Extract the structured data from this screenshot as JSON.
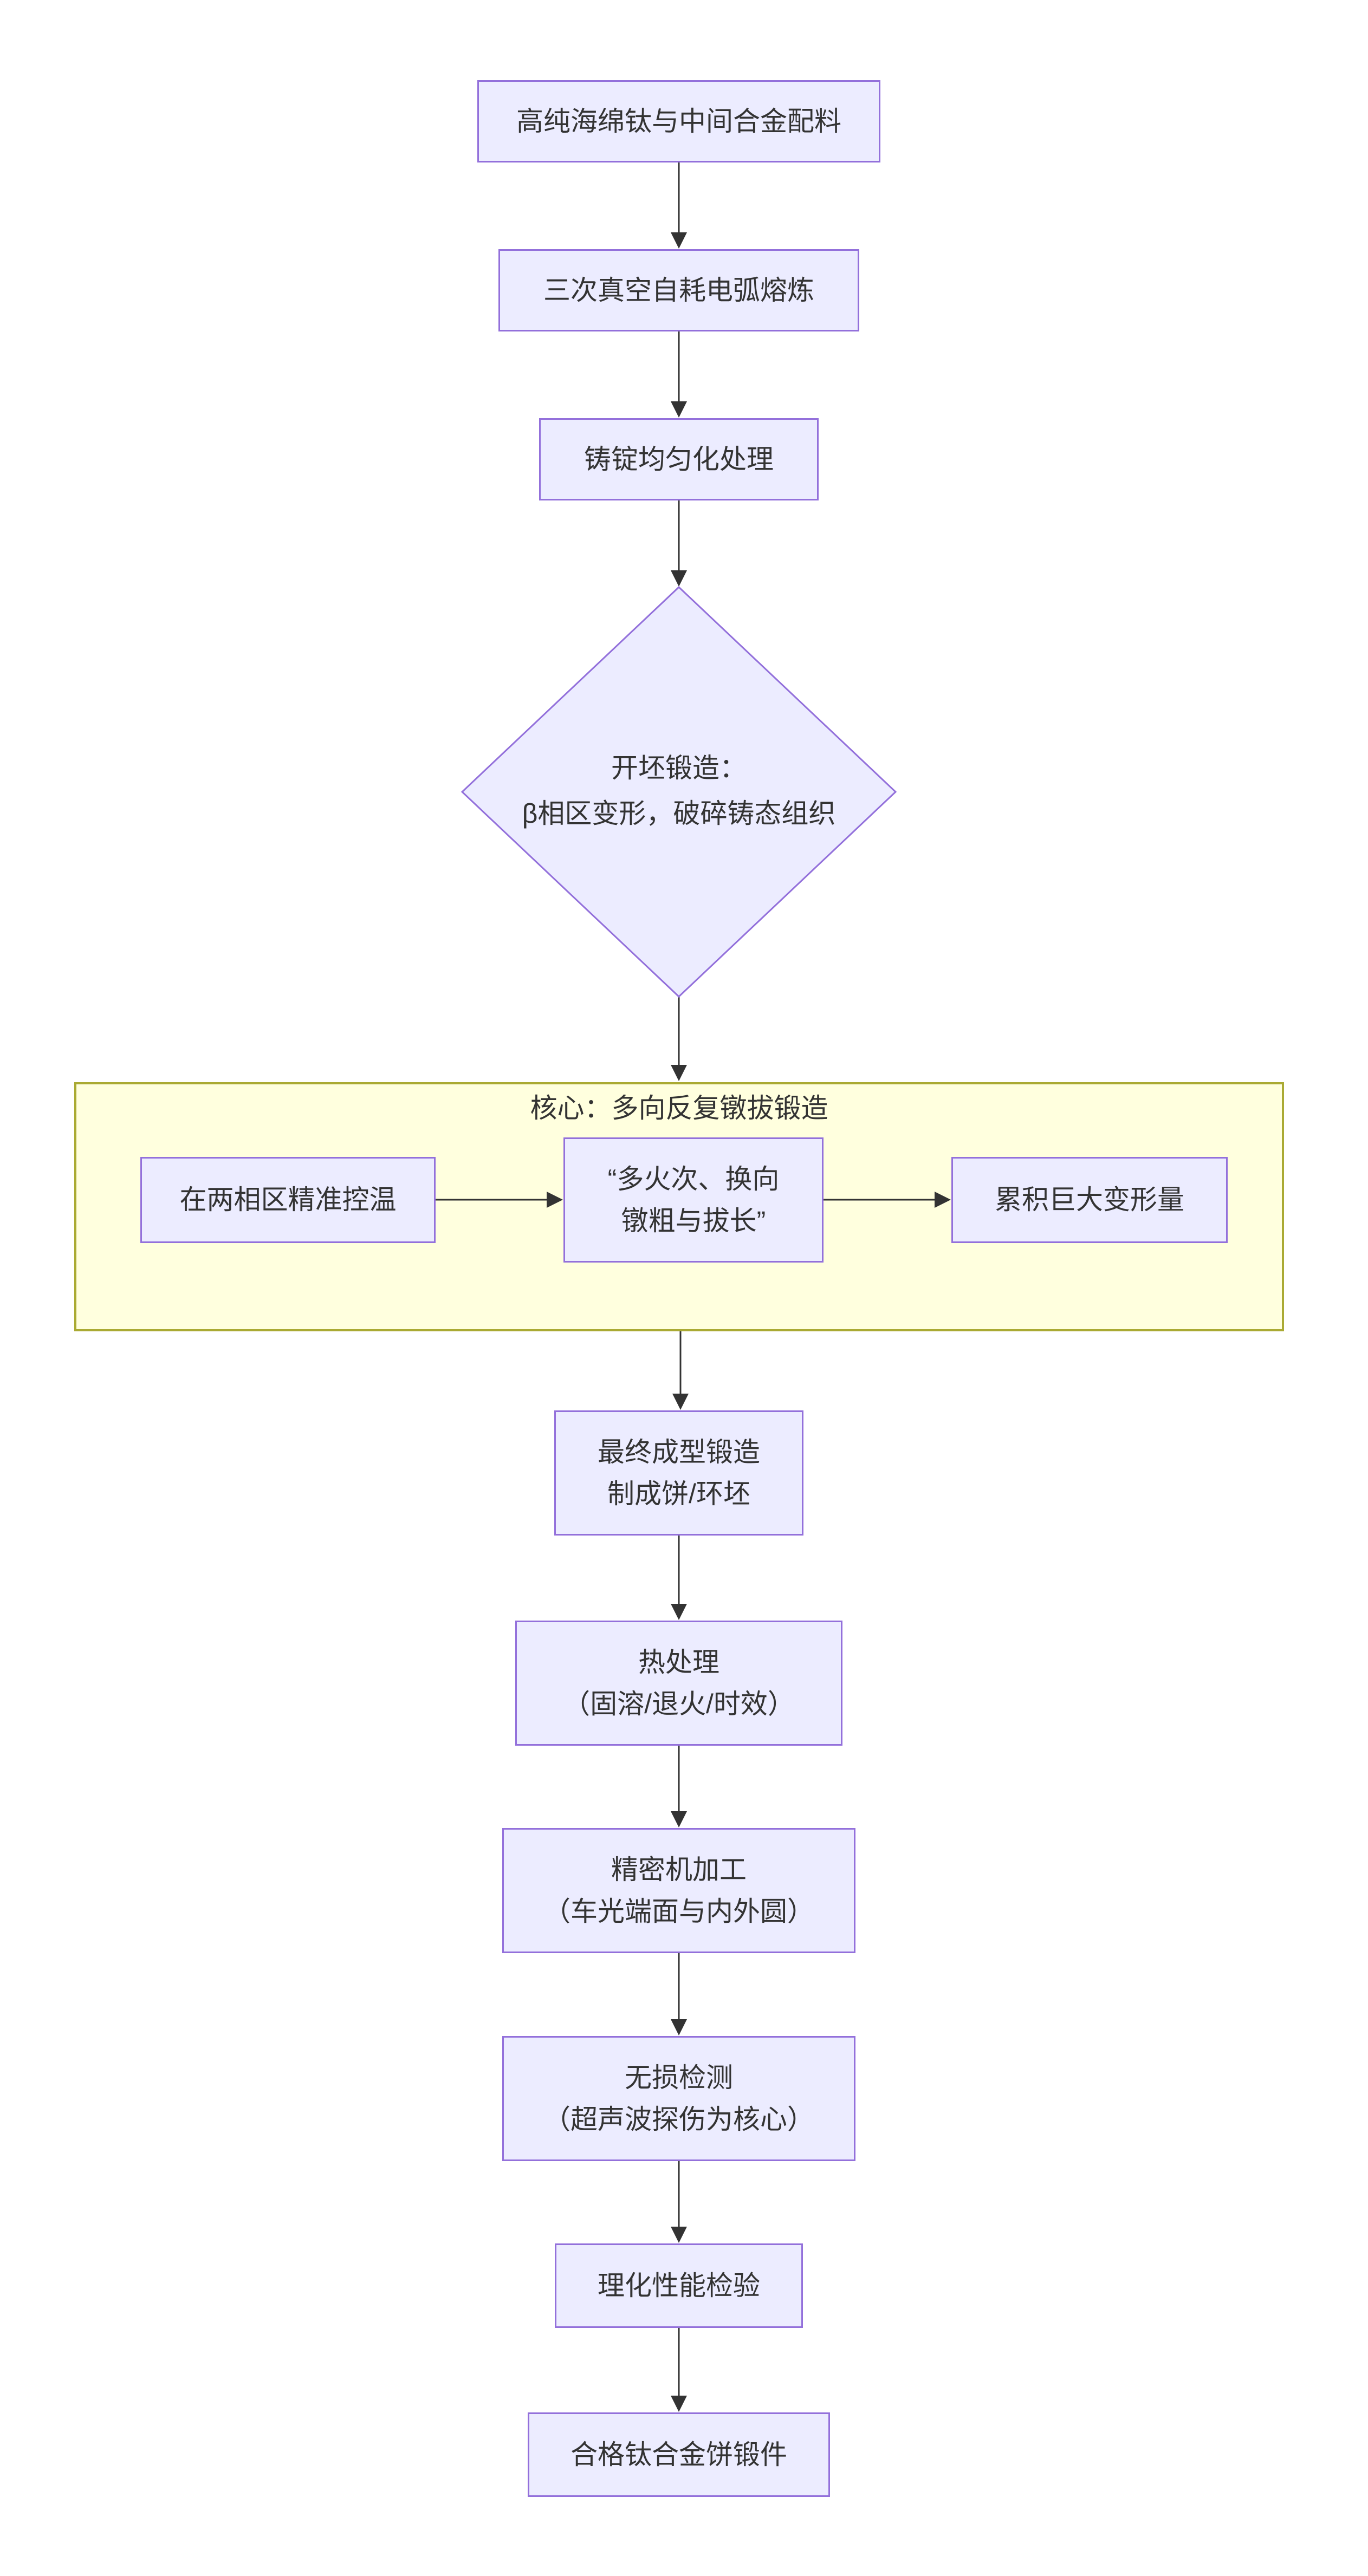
{
  "colors": {
    "node_fill": "#ECECFF",
    "node_border": "#9370DB",
    "subgraph_fill": "#FFFFDE",
    "subgraph_border": "#AAAA33",
    "edge_color": "#333333",
    "text_color": "#333333"
  },
  "flowchart": {
    "step_materials": "高纯海绵钛与中间合金配料",
    "step_melting": "三次真空自耗电弧熔炼",
    "step_homogenize": "铸锭均匀化处理",
    "decision_cogging": {
      "line1": "开坯锻造：",
      "line2": "β相区变形，破碎铸态组织"
    },
    "core": {
      "title": "核心：多向反复镦拔锻造",
      "temp_control": "在两相区精准控温",
      "upset_draw": {
        "line1": "“多火次、换向",
        "line2": "镦粗与拔长”"
      },
      "strain": "累积巨大变形量"
    },
    "step_final_forge": {
      "line1": "最终成型锻造",
      "line2": "制成饼/环坯"
    },
    "step_heat_treat": {
      "line1": "热处理",
      "line2": "（固溶/退火/时效）"
    },
    "step_machining": {
      "line1": "精密机加工",
      "line2": "（车光端面与内外圆）"
    },
    "step_ndt": {
      "line1": "无损检测",
      "line2": "（超声波探伤为核心）"
    },
    "step_inspection": "理化性能检验",
    "step_product": "合格钛合金饼锻件"
  }
}
